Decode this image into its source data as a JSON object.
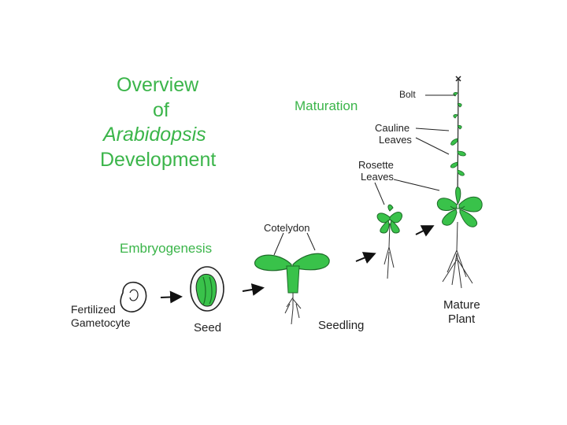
{
  "title": {
    "line1": "Overview",
    "line2": "of",
    "line3": "Arabidopsis",
    "line4": "Development"
  },
  "phases": {
    "maturation": "Maturation",
    "embryogenesis": "Embryogenesis"
  },
  "stages": {
    "fertilized_line1": "Fertilized",
    "fertilized_line2": "Gametocyte",
    "seed": "Seed",
    "seedling": "Seedling",
    "mature_line1": "Mature",
    "mature_line2": "Plant"
  },
  "parts": {
    "cotyledon": "Cotelydon",
    "rosette_line1": "Rosette",
    "rosette_line2": "Leaves",
    "cauline_line1": "Cauline",
    "cauline_line2": "Leaves",
    "bolt": "Bolt"
  },
  "colors": {
    "accent_green": "#3bb54a",
    "plant_green": "#39c24a",
    "text_dark": "#222222"
  }
}
